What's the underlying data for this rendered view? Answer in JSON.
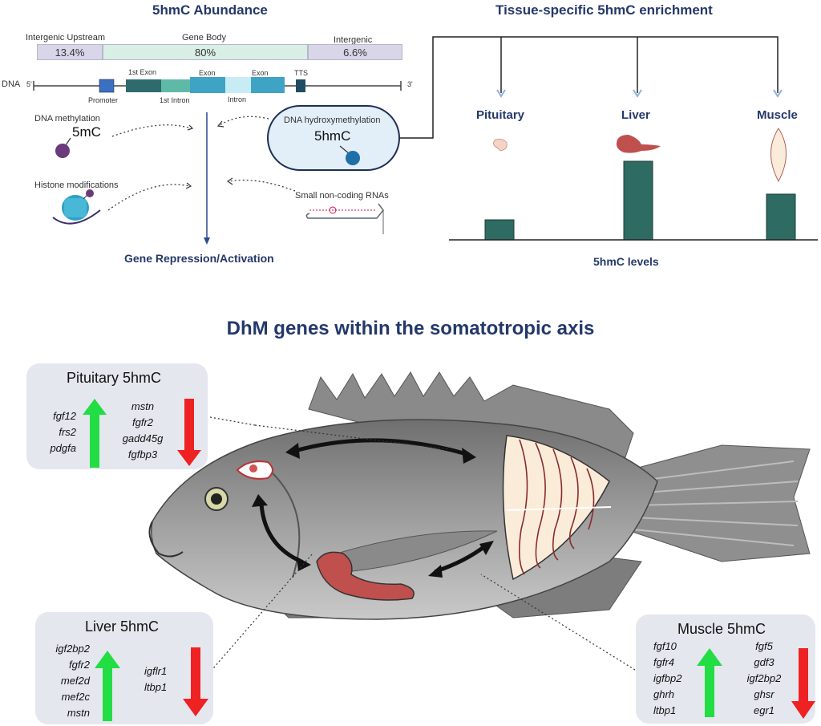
{
  "abundance": {
    "title": "5hmC Abundance",
    "segments": [
      {
        "label": "Intergenic Upstream",
        "value": "13.4%"
      },
      {
        "label": "Gene Body",
        "value": "80%"
      },
      {
        "label": "Intergenic",
        "value": "6.6%"
      }
    ],
    "dna_label": "DNA",
    "five_prime": "5'",
    "three_prime": "3'",
    "gene_features": {
      "first_exon": "1st Exon",
      "exon_a": "Exon",
      "exon_b": "Exon",
      "tts": "TTS",
      "promoter": "Promoter",
      "first_intron": "1st Intron",
      "intron": "Intron"
    },
    "mechanisms": {
      "dna_methylation": "DNA methylation",
      "mark_5mc": "5mC",
      "histone": "Histone modifications",
      "hydroxymethylation": "DNA hydroxymethylation",
      "mark_5hmc": "5hmC",
      "ncrna": "Small non-coding RNAs"
    },
    "outcome": "Gene Repression/Activation"
  },
  "enrichment": {
    "title": "Tissue-specific 5hmC enrichment",
    "tissues": [
      "Pituitary",
      "Liver",
      "Muscle"
    ],
    "xlabel": "5hmC levels",
    "colors": {
      "bar": "#2e6b62",
      "tissue_red": "#c0504d",
      "pituitary": "#f4d3c8"
    }
  },
  "chart_data": {
    "type": "bar",
    "categories": [
      "Pituitary",
      "Liver",
      "Muscle"
    ],
    "values": [
      0.25,
      0.98,
      0.57
    ],
    "xlabel": "5hmC levels",
    "ylabel": "",
    "ylim": [
      0,
      1
    ]
  },
  "somatotropic": {
    "title": "DhM genes within the somatotropic axis",
    "panels": [
      {
        "title": "Pituitary 5hmC",
        "up": [
          "fgf12",
          "frs2",
          "pdgfa"
        ],
        "down": [
          "mstn",
          "fgfr2",
          "gadd45g",
          "fgfbp3"
        ]
      },
      {
        "title": "Liver 5hmC",
        "up": [
          "igf2bp2",
          "fgfr2",
          "mef2d",
          "mef2c",
          "mstn"
        ],
        "down": [
          "igflr1",
          "ltbp1"
        ]
      },
      {
        "title": "Muscle 5hmC",
        "up": [
          "fgf10",
          "fgfr4",
          "igfbp2",
          "ghrh",
          "ltbp1"
        ],
        "down": [
          "fgf5",
          "gdf3",
          "igf2bp2",
          "ghsr",
          "egr1"
        ]
      }
    ],
    "colors": {
      "up": "#22dd44",
      "down": "#ee2222",
      "panel": "#e5e7ef"
    }
  }
}
